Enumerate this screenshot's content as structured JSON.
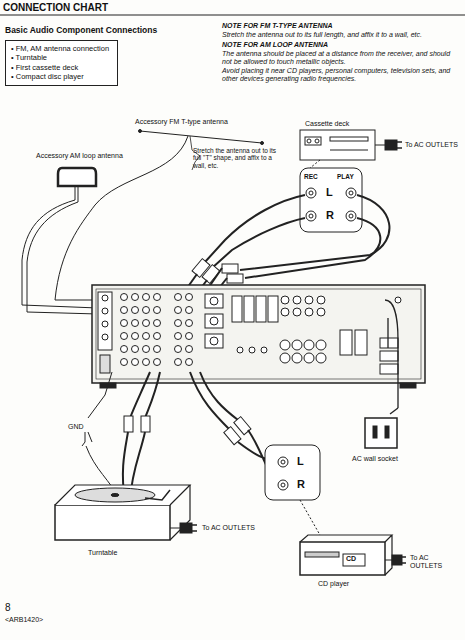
{
  "diagram": {
    "title": "CONNECTION CHART",
    "nodes": [
      {
        "text": [
          "• FM, AM antenna connection",
          "• Turntable",
          "• First cassette deck",
          "• Compact disc player"
        ]
      },
      {
        "text": [
          "Accessory FM T-type antenna"
        ]
      },
      {
        "text": [
          "Cassette deck"
        ]
      },
      {
        "text": [
          "Accessory AM loop antenna"
        ]
      },
      {
        "text": [
          "AC wall socket"
        ]
      },
      {
        "text": [
          "Turntable"
        ]
      },
      {
        "text": [
          "CD player"
        ]
      }
    ],
    "labels": [
      "Basic Audio Component Connections",
      "NOTE FOR FM T-TYPE ANTENNA",
      "Stretch the antenna out to its full length, and affix it to a wall, etc.",
      "NOTE FOR AM LOOP ANTENNA",
      "The antenna should be placed at a distance from the receiver, and should not be allowed to touch metallic objects.",
      "Avoid placing it near CD players, personal computers, television sets, and other devices generating radio frequencies.",
      "To AC OUTLETS",
      "REC",
      "PLAY",
      "L",
      "R",
      "Stretch the antenna out to its full \"T\" shape, and affix to a wall, etc.",
      "GND",
      "L",
      "R",
      "To AC OUTLETS",
      "CD",
      "To AC OUTLETS",
      "8",
      "<ARB1420>"
    ]
  }
}
